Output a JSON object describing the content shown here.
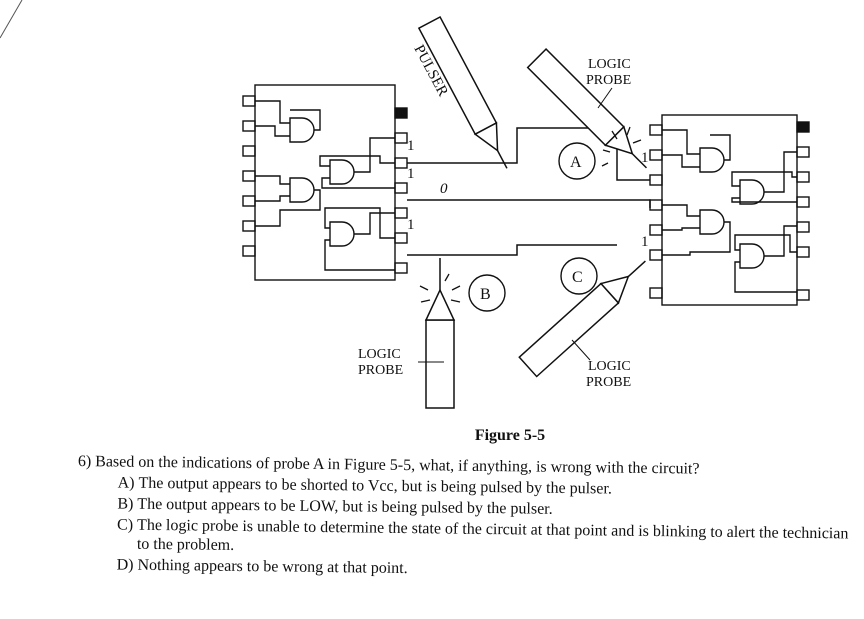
{
  "figure": {
    "caption": "Figure 5-5",
    "labels": {
      "pulser": "PULSER",
      "logic_probe_a_line1": "LOGIC",
      "logic_probe_a_line2": "PROBE",
      "logic_probe_b_line1": "LOGIC",
      "logic_probe_b_line2": "PROBE",
      "logic_probe_c_line1": "LOGIC",
      "logic_probe_c_line2": "PROBE",
      "circle_a": "A",
      "circle_b": "B",
      "circle_c": "C",
      "left_chip_out1": "1",
      "left_chip_out2": "1",
      "left_chip_out3": "1",
      "wire_state": "0",
      "right_chip_in1": "1",
      "right_chip_in2": "1"
    }
  },
  "question": {
    "number": "6)",
    "text": "Based on the indications of probe A in Figure 5-5, what, if anything, is wrong with the circuit?",
    "options": [
      {
        "letter": "A)",
        "text": "The output appears to be shorted to Vcc, but is being pulsed by the pulser."
      },
      {
        "letter": "B)",
        "text": "The output appears to be LOW, but is being pulsed by the pulser."
      },
      {
        "letter": "C)",
        "text": "The logic probe is unable to determine the state of the circuit at that point and is blinking to alert the technician to the problem."
      },
      {
        "letter": "D)",
        "text": "Nothing appears to be wrong at that point."
      }
    ]
  }
}
